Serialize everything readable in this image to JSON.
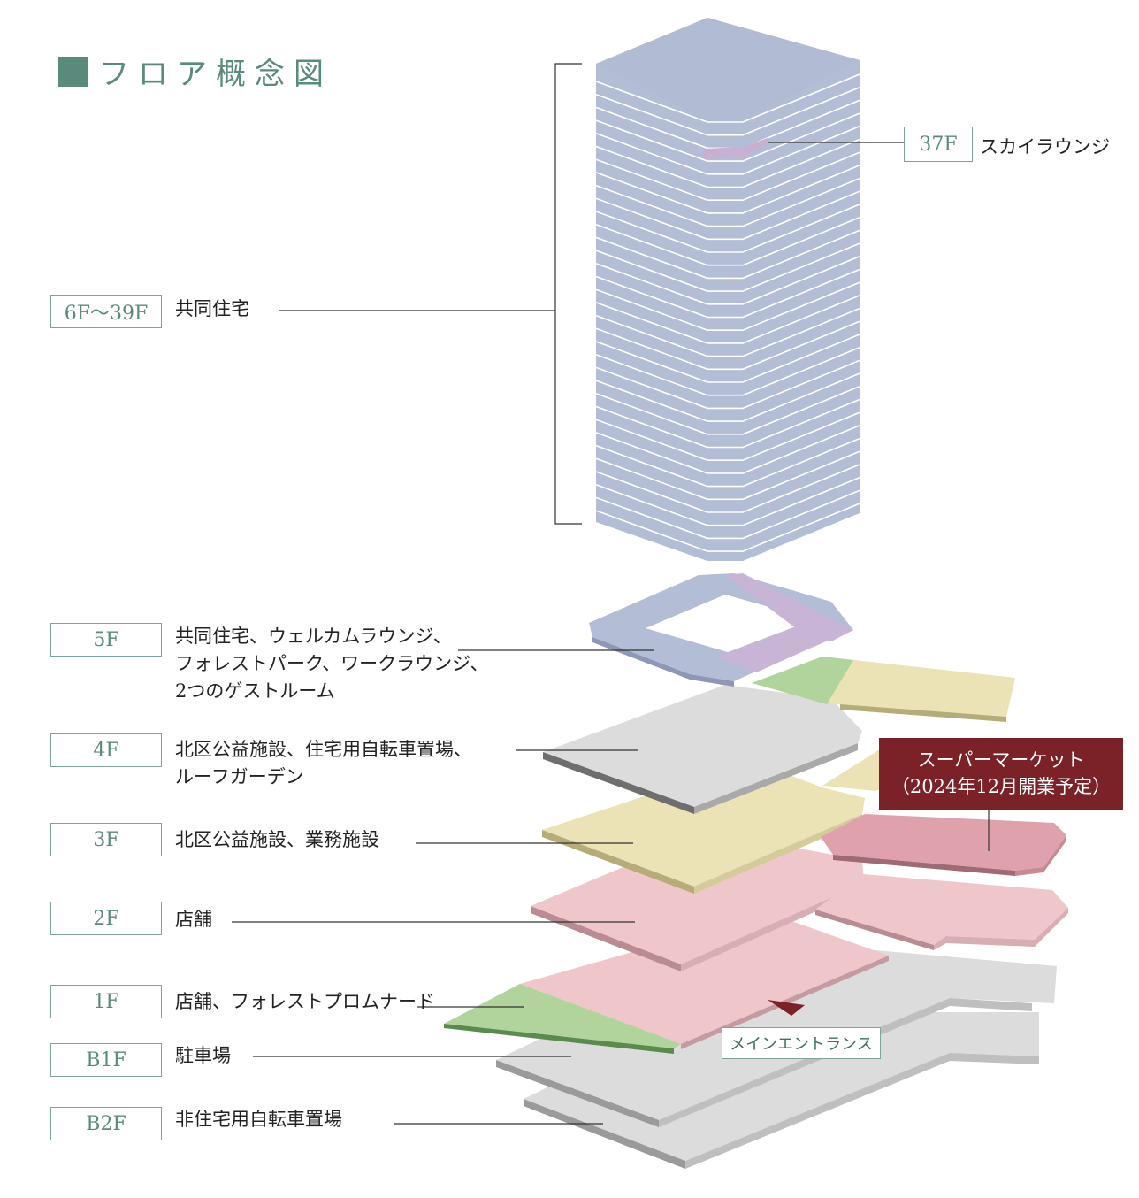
{
  "title": "フロア概念図",
  "floors": [
    {
      "label": "6F〜39F",
      "desc": [
        "共同住宅"
      ]
    },
    {
      "label": "5F",
      "desc": [
        "共同住宅、ウェルカムラウンジ、",
        "フォレストパーク、ワークラウンジ、",
        "2つのゲストルーム"
      ]
    },
    {
      "label": "4F",
      "desc": [
        "北区公益施設、住宅用自転車置場、",
        "ルーフガーデン"
      ]
    },
    {
      "label": "3F",
      "desc": [
        "北区公益施設、業務施設"
      ]
    },
    {
      "label": "2F",
      "desc": [
        "店舗"
      ]
    },
    {
      "label": "1F",
      "desc": [
        "店舗、フォレストプロムナード"
      ]
    },
    {
      "label": "B1F",
      "desc": [
        "駐車場"
      ]
    },
    {
      "label": "B2F",
      "desc": [
        "非住宅用自転車置場"
      ]
    }
  ],
  "callouts": {
    "lounge_floor": "37F",
    "lounge_name": "スカイラウンジ",
    "market_line1": "スーパーマーケット",
    "market_line2": "（2024年12月開業予定）",
    "entrance": "メインエントランス"
  },
  "colors": {
    "accent": "#5a8a7c",
    "tower": "#b3bdd6",
    "lounge": "#c8b0d2",
    "purple": "#c8b4d4",
    "green": "#b1d39c",
    "yellow": "#ebe3b6",
    "pink": "#efc7cb",
    "pink_dark": "#dfa2ad",
    "gray": "#dbdcdb",
    "market": "#7b2128"
  }
}
